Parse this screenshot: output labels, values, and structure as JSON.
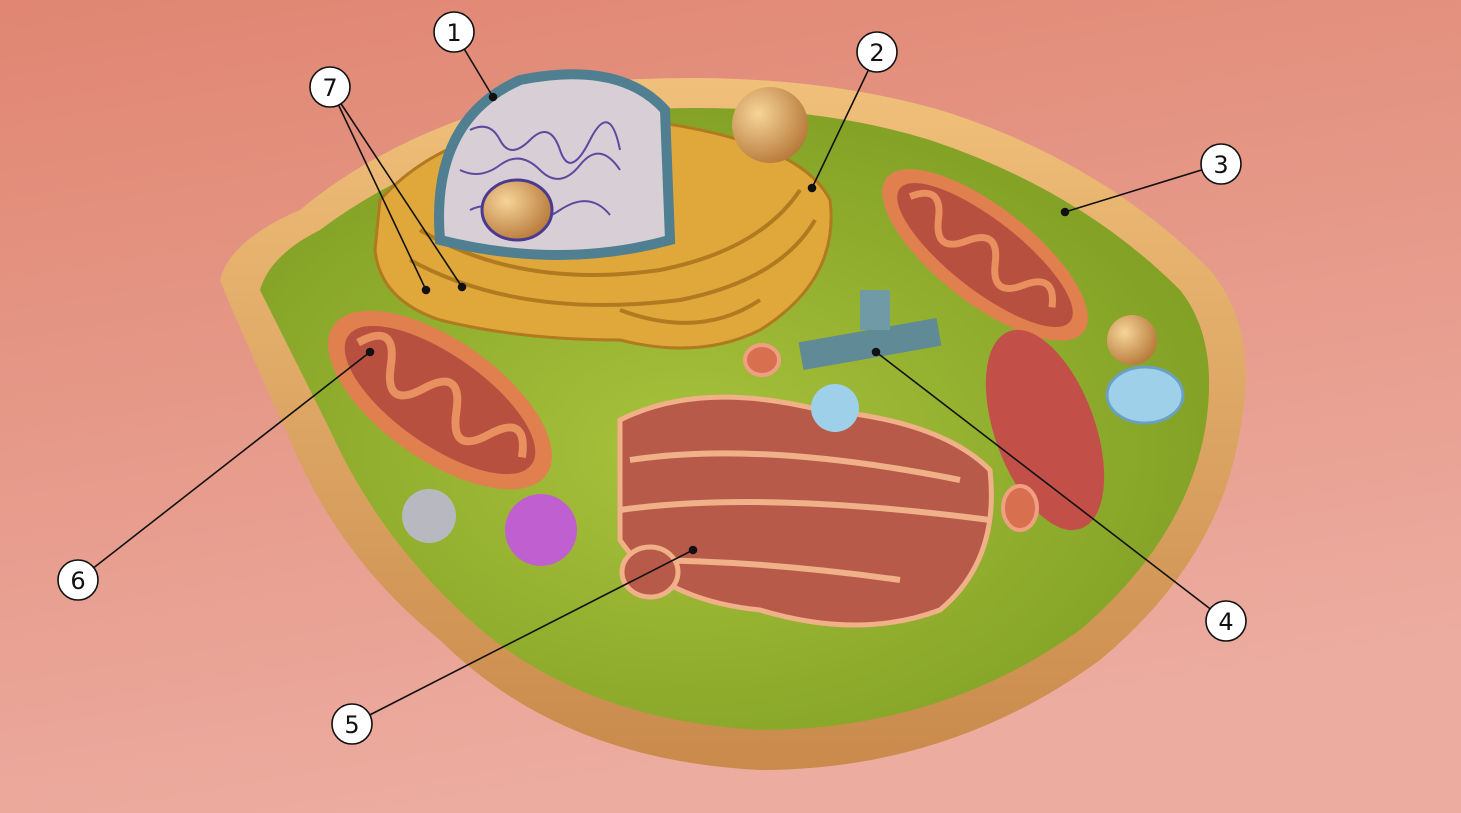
{
  "colors": {
    "background_top": "#e08672",
    "background_bottom": "#ecaca0",
    "cell_wall": "#e2a864",
    "cytoplasm": "#8fb02c",
    "nucleus": "#d8cfd6",
    "nuclear_envelope": "#4f7f90",
    "er_golgi": "#e0a83a",
    "mitochondria": "#d86c4a",
    "rough_er": "#b85a4a",
    "centriole": "#5f8a96",
    "vacuole": "#9fd0ea",
    "lysosome": "#c060d0"
  },
  "labels": [
    {
      "number": "1"
    },
    {
      "number": "2"
    },
    {
      "number": "3"
    },
    {
      "number": "4"
    },
    {
      "number": "5"
    },
    {
      "number": "6"
    },
    {
      "number": "7"
    }
  ]
}
